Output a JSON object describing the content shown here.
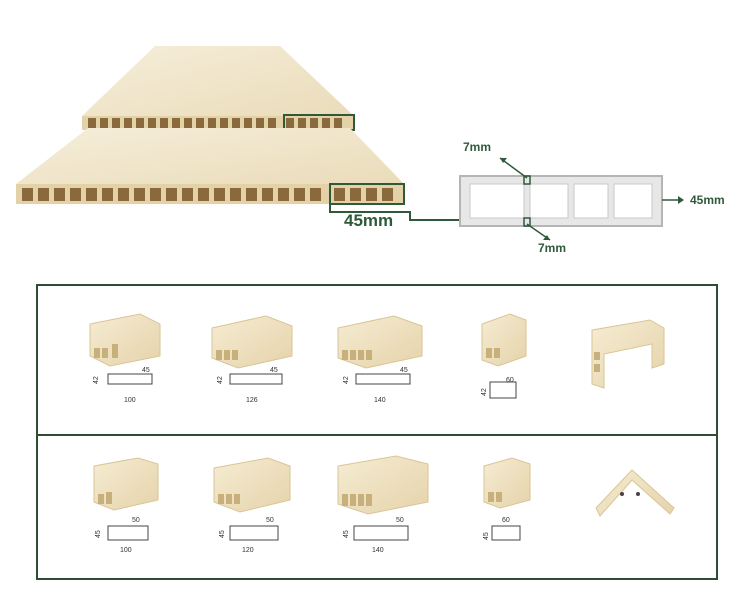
{
  "panels_photo": {
    "thickness_label": "45mm"
  },
  "cross_section": {
    "wall_top_label": "7mm",
    "wall_bottom_label": "7mm",
    "height_label": "45mm"
  },
  "catalog": {
    "row1": [
      {
        "height": "42",
        "lip": "45",
        "width": "100"
      },
      {
        "height": "42",
        "lip": "45",
        "width": "126"
      },
      {
        "height": "42",
        "lip": "45",
        "width": "140"
      },
      {
        "height": "42",
        "lip": "60",
        "width": ""
      },
      {
        "height": "",
        "lip": "",
        "width": ""
      }
    ],
    "row2": [
      {
        "height": "45",
        "lip": "50",
        "width": "100"
      },
      {
        "height": "45",
        "lip": "50",
        "width": "120"
      },
      {
        "height": "45",
        "lip": "50",
        "width": "140"
      },
      {
        "height": "45",
        "lip": "60",
        "width": ""
      },
      {
        "height": "",
        "lip": "",
        "width": ""
      }
    ]
  },
  "colors": {
    "wood_light": "#f1e6cc",
    "wood_side": "#e2d0a6",
    "accent_green": "#2f5a3a",
    "frame_border": "#2e4d33"
  }
}
